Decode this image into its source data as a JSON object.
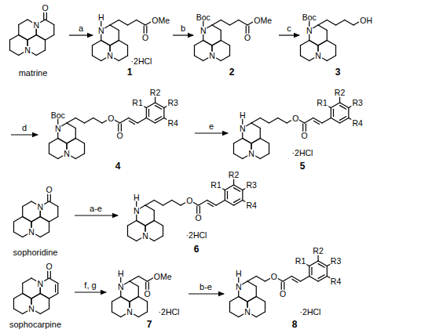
{
  "diagram": {
    "labels": [
      "O",
      "N",
      "N",
      "matrine",
      "a",
      "H",
      "N",
      "N",
      "O",
      "OMe",
      "·2HCl",
      "1",
      "b",
      "Boc",
      "N",
      "N",
      "O",
      "OMe",
      "2",
      "c",
      "Boc",
      "N",
      "N",
      "OH",
      "3",
      "d",
      "Boc",
      "N",
      "N",
      "O",
      "O",
      "R1",
      "R2",
      "R3",
      "R4",
      "4",
      "e",
      "H",
      "N",
      "N",
      "O",
      "O",
      "R1",
      "R2",
      "R3",
      "R4",
      "·2HCl",
      "5",
      "O",
      "N",
      "N",
      "sophoridine",
      "a-e",
      "H",
      "N",
      "N",
      "O",
      "O",
      "R1",
      "R2",
      "R3",
      "R4",
      "·2HCl",
      "6",
      "O",
      "N",
      "N",
      "sophocarpine",
      "f, g",
      "H",
      "N",
      "N",
      "O",
      "OMe",
      "·2HCl",
      "7",
      "b-e",
      "H",
      "N",
      "N",
      "O",
      "O",
      "R1",
      "R2",
      "R3",
      "R4",
      "·2HCl",
      "8"
    ]
  }
}
